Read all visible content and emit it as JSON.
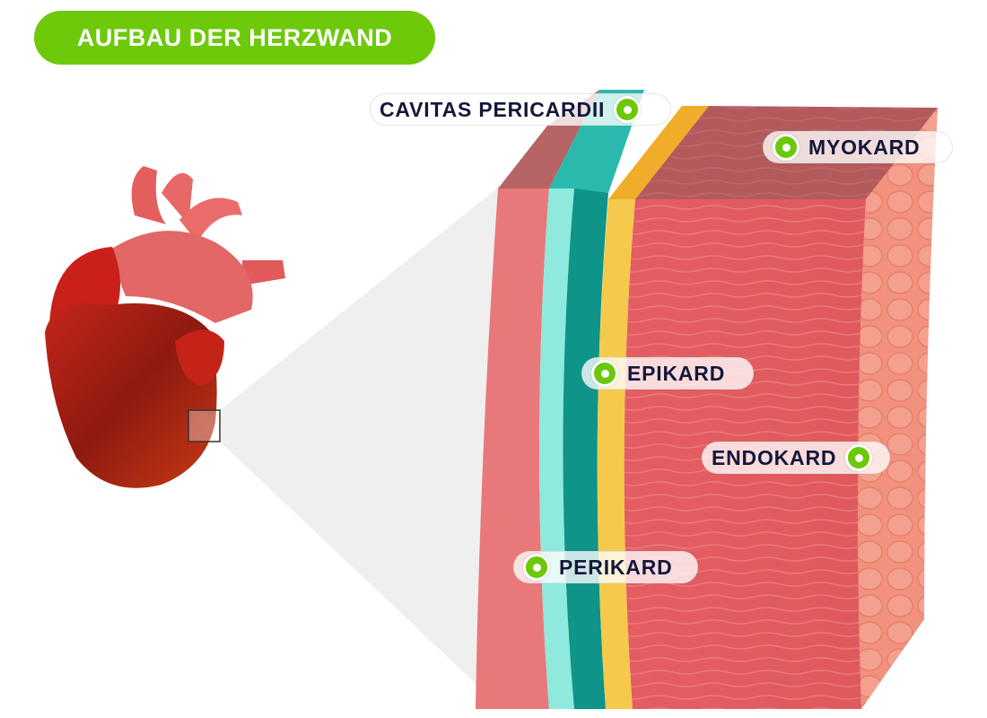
{
  "title": "AUFBAU DER HERZWAND",
  "labels": {
    "cavitas": "CAVITAS PERICARDII",
    "myokard": "MYOKARD",
    "epikard": "EPIKARD",
    "endokard": "ENDOKARD",
    "perikard": "PERIKARD"
  },
  "colors": {
    "accent": "#6dc90a",
    "text": "#14173a",
    "muscle": "#e05a5e",
    "teal": "#0e9488",
    "yellow": "#f2c240"
  }
}
